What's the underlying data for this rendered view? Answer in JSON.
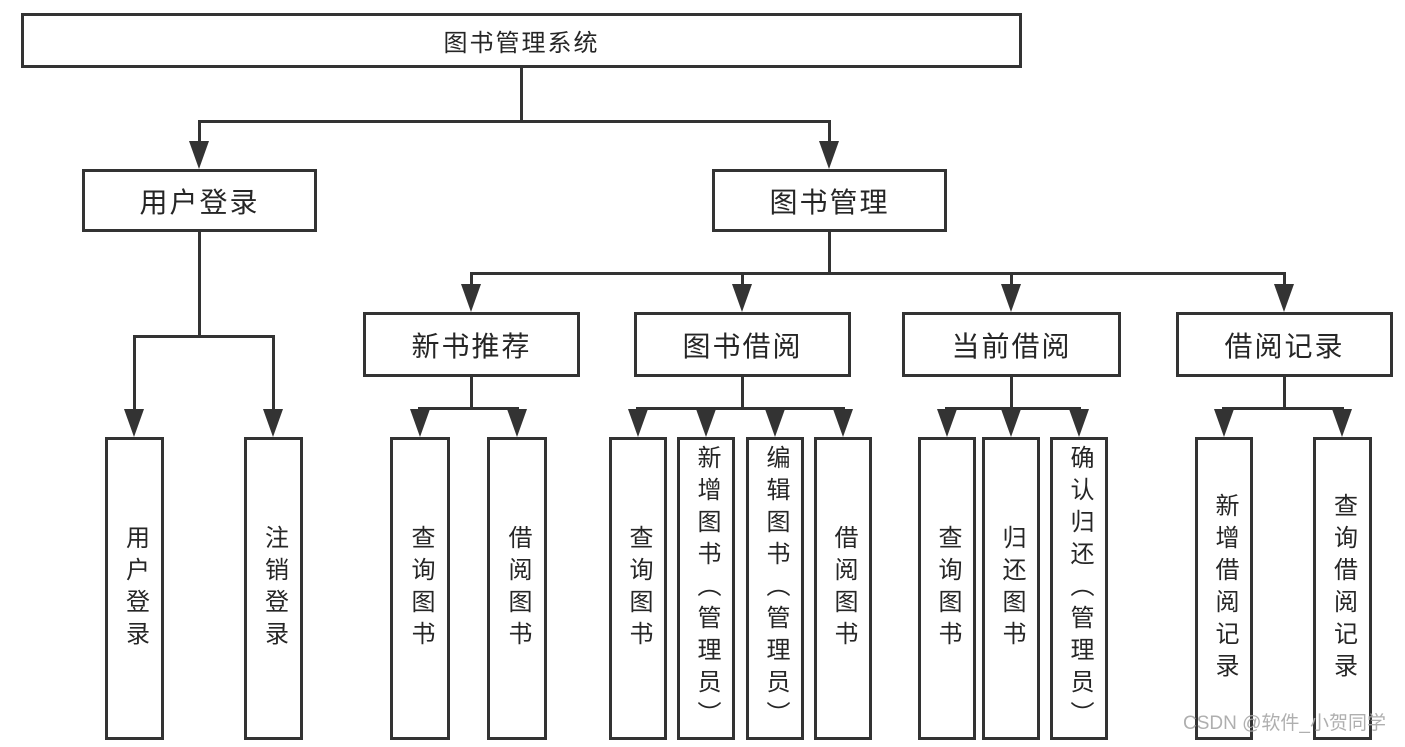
{
  "diagram": {
    "root": {
      "label": "图书管理系统"
    },
    "level1": [
      {
        "label": "用户登录"
      },
      {
        "label": "图书管理"
      }
    ],
    "level2": [
      {
        "label": "新书推荐"
      },
      {
        "label": "图书借阅"
      },
      {
        "label": "当前借阅"
      },
      {
        "label": "借阅记录"
      }
    ],
    "leaves": [
      {
        "parent": "用户登录",
        "label": "用户登录"
      },
      {
        "parent": "用户登录",
        "label": "注销登录"
      },
      {
        "parent": "新书推荐",
        "label": "查询图书"
      },
      {
        "parent": "新书推荐",
        "label": "借阅图书"
      },
      {
        "parent": "图书借阅",
        "label": "查询图书"
      },
      {
        "parent": "图书借阅",
        "label": "新增图书（管理员）"
      },
      {
        "parent": "图书借阅",
        "label": "编辑图书（管理员）"
      },
      {
        "parent": "图书借阅",
        "label": "借阅图书"
      },
      {
        "parent": "当前借阅",
        "label": "查询图书"
      },
      {
        "parent": "当前借阅",
        "label": "归还图书"
      },
      {
        "parent": "当前借阅",
        "label": "确认归还（管理员）"
      },
      {
        "parent": "借阅记录",
        "label": "新增借阅记录"
      },
      {
        "parent": "借阅记录",
        "label": "查询借阅记录"
      }
    ],
    "watermark": "CSDN @软件_小贺同学",
    "colors": {
      "line": "#333333",
      "text": "#262626",
      "watermark": "#a9a9a9",
      "background": "#ffffff"
    }
  }
}
